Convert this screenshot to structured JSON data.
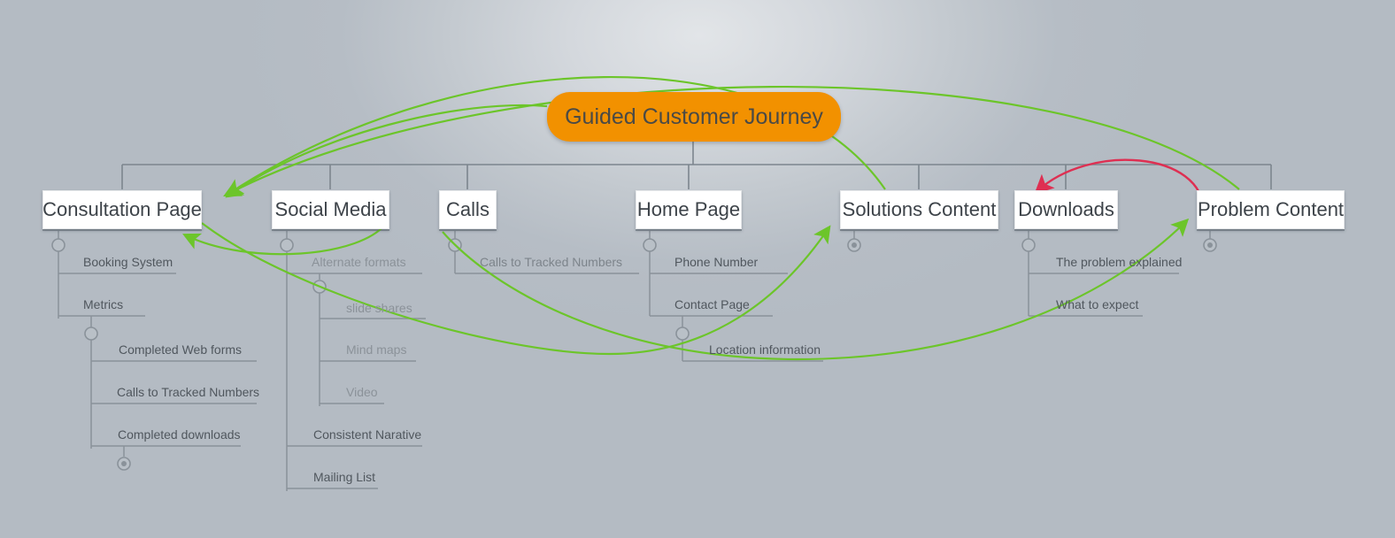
{
  "diagram": {
    "type": "mind-map",
    "background_color": "#b4bbc3",
    "accent_colors": {
      "root_fill": "#f29100",
      "relation_green": "#6cc52a",
      "relation_red": "#de2f52",
      "node_fill": "#ffffff",
      "line_grey": "#7c858e"
    },
    "root": {
      "label": "Guided Customer Journey"
    },
    "branches": [
      {
        "label": "Consultation Page",
        "state": "expanded",
        "children": [
          {
            "label": "Booking System",
            "tone": "normal"
          },
          {
            "label": "Metrics",
            "tone": "normal",
            "state": "expanded",
            "children": [
              {
                "label": "Completed Web forms",
                "tone": "normal"
              },
              {
                "label": "Calls to Tracked Numbers",
                "tone": "normal"
              },
              {
                "label": "Completed downloads",
                "tone": "normal",
                "state": "collapsed"
              }
            ]
          }
        ]
      },
      {
        "label": "Social Media",
        "state": "expanded",
        "children": [
          {
            "label": "Alternate formats",
            "tone": "dim",
            "state": "expanded",
            "children": [
              {
                "label": "slide shares",
                "tone": "dim"
              },
              {
                "label": "Mind maps",
                "tone": "dim"
              },
              {
                "label": "Video",
                "tone": "dim"
              }
            ]
          },
          {
            "label": "Consistent Narative",
            "tone": "normal"
          },
          {
            "label": "Mailing List",
            "tone": "normal"
          }
        ]
      },
      {
        "label": "Calls",
        "state": "expanded",
        "children": [
          {
            "label": "Calls to Tracked Numbers",
            "tone": "dim2"
          }
        ]
      },
      {
        "label": "Home Page",
        "state": "expanded",
        "children": [
          {
            "label": "Phone Number",
            "tone": "normal"
          },
          {
            "label": "Contact Page",
            "tone": "normal",
            "state": "expanded",
            "children": [
              {
                "label": "Location information",
                "tone": "normal"
              }
            ]
          }
        ]
      },
      {
        "label": "Solutions Content",
        "state": "collapsed",
        "children": []
      },
      {
        "label": "Downloads",
        "state": "expanded",
        "children": [
          {
            "label": "The problem explained",
            "tone": "normal"
          },
          {
            "label": "What to expect",
            "tone": "normal"
          }
        ]
      },
      {
        "label": "Problem Content",
        "state": "collapsed",
        "children": []
      }
    ],
    "relations": [
      {
        "from": "Guided Customer Journey",
        "to": "Consultation Page",
        "color": "green"
      },
      {
        "from": "Solutions Content",
        "to": "Consultation Page",
        "color": "green"
      },
      {
        "from": "Problem Content",
        "to": "Consultation Page",
        "color": "green"
      },
      {
        "from": "Social Media",
        "to": "Calls",
        "color": "green"
      },
      {
        "from": "Consultation Page",
        "to": "Solutions Content",
        "color": "green"
      },
      {
        "from": "Location information",
        "to": "Problem Content",
        "color": "green"
      },
      {
        "from": "Problem Content",
        "to": "Downloads",
        "color": "red"
      }
    ]
  }
}
